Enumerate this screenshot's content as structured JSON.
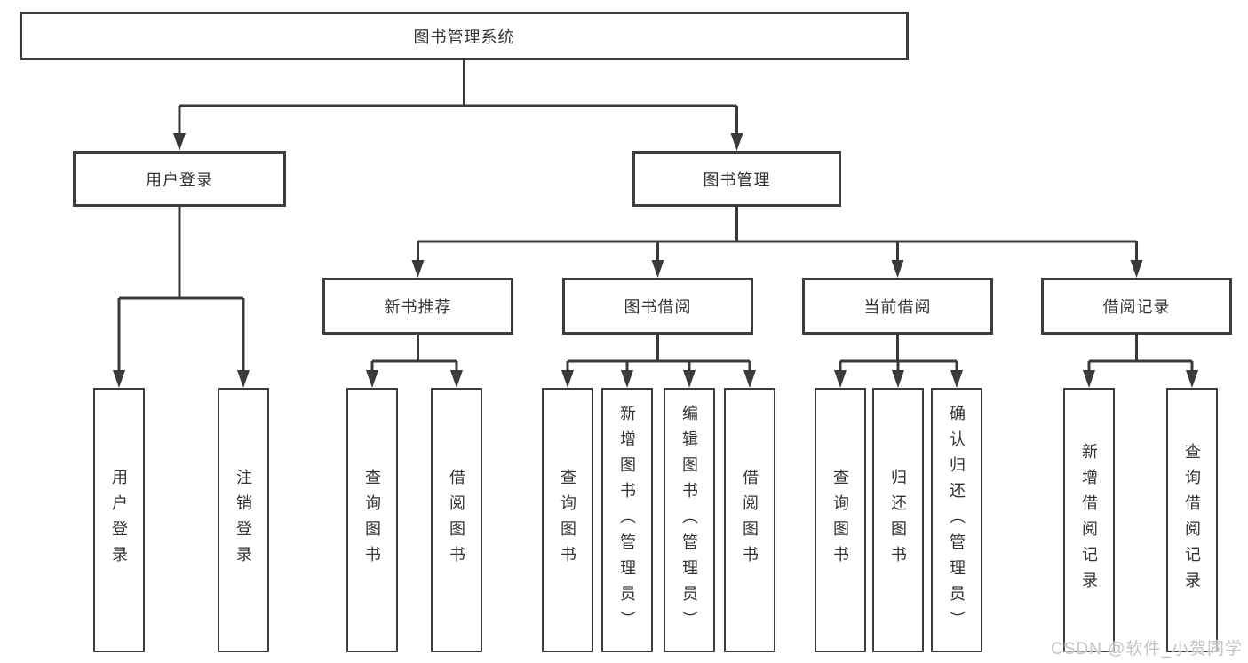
{
  "colors": {
    "background": "#ffffff",
    "line": "#3a3a3a",
    "box_border": "#3d3d3d",
    "text": "#333333",
    "watermark_text": "#c3c3c3"
  },
  "tree": {
    "label": "图书管理系统",
    "children": [
      {
        "label": "用户登录",
        "children": [
          {
            "label": "用户登录"
          },
          {
            "label": "注销登录"
          }
        ]
      },
      {
        "label": "图书管理",
        "children": [
          {
            "label": "新书推荐",
            "children": [
              {
                "label": "查询图书"
              },
              {
                "label": "借阅图书"
              }
            ]
          },
          {
            "label": "图书借阅",
            "children": [
              {
                "label": "查询图书"
              },
              {
                "label": "新增图书（管理员）"
              },
              {
                "label": "编辑图书（管理员）"
              },
              {
                "label": "借阅图书"
              }
            ]
          },
          {
            "label": "当前借阅",
            "children": [
              {
                "label": "查询图书"
              },
              {
                "label": "归还图书"
              },
              {
                "label": "确认归还（管理员）"
              }
            ]
          },
          {
            "label": "借阅记录",
            "children": [
              {
                "label": "新增借阅记录"
              },
              {
                "label": "查询借阅记录"
              }
            ]
          }
        ]
      }
    ]
  },
  "watermark": {
    "text": "CSDN @软件_小贺同学"
  }
}
